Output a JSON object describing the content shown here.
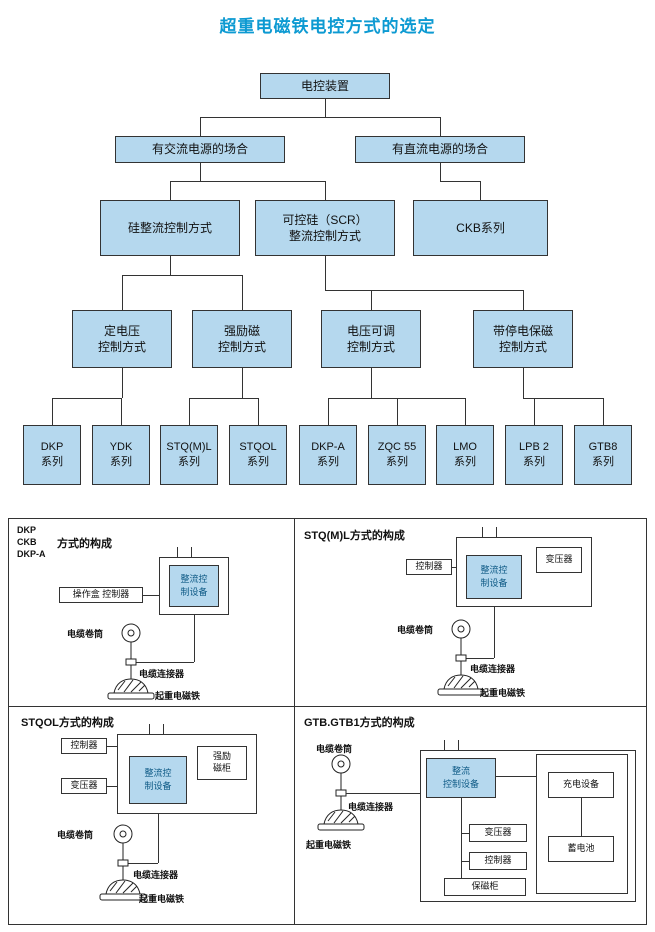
{
  "title": "超重电磁铁电控方式的选定",
  "colors": {
    "title_accent": "#0d9ad2",
    "node_fill": "#b5d8ee",
    "line": "#333333"
  },
  "flow": {
    "root": "电控装置",
    "ac": "有交流电源的场合",
    "dc": "有直流电源的场合",
    "si": "硅整流控制方式",
    "scr": "可控硅（SCR）\n整流控制方式",
    "ckb": "CKB系列",
    "cv": "定电压\n控制方式",
    "se": "强励磁\n控制方式",
    "av": "电压可调\n控制方式",
    "pm": "带停电保磁\n控制方式",
    "series": [
      "DKP\n系列",
      "YDK\n系列",
      "STQ(M)L\n系列",
      "STQOL\n系列",
      "DKP-A\n系列",
      "ZQC 55\n系列",
      "LMO\n系列",
      "LPB 2\n系列",
      "GTB8\n系列"
    ]
  },
  "panels": {
    "p1": {
      "title_models": "DKP\nCKB\nDKP-A",
      "title_suffix": "方式的构成",
      "rectifier": "整流控\n制设备",
      "operator_box": "操作盒  控制器",
      "cable_reel": "电缆卷筒",
      "cable_connector": "电缆连接器",
      "magnet": "起重电磁铁"
    },
    "p2": {
      "title": "STQ(M)L方式的构成",
      "controller": "控制器",
      "rectifier": "整流控\n制设备",
      "transformer": "变压器",
      "cable_reel": "电缆卷筒",
      "cable_connector": "电缆连接器",
      "magnet": "起重电磁铁"
    },
    "p3": {
      "title": "STQOL方式的构成",
      "controller": "控制器",
      "rectifier": "整流控\n制设备",
      "excitation": "强励\n磁柜",
      "transformer": "变压器",
      "cable_reel": "电缆卷筒",
      "cable_connector": "电缆连接器",
      "magnet": "起重电磁铁"
    },
    "p4": {
      "title": "GTB.GTB1方式的构成",
      "cable_reel": "电缆卷筒",
      "cable_connector": "电缆连接器",
      "magnet": "起重电磁铁",
      "rectifier": "整流\n控制设备",
      "transformer": "变压器",
      "controller": "控制器",
      "cabinet": "保磁柜",
      "charger": "充电设备",
      "battery": "蓄电池"
    }
  }
}
